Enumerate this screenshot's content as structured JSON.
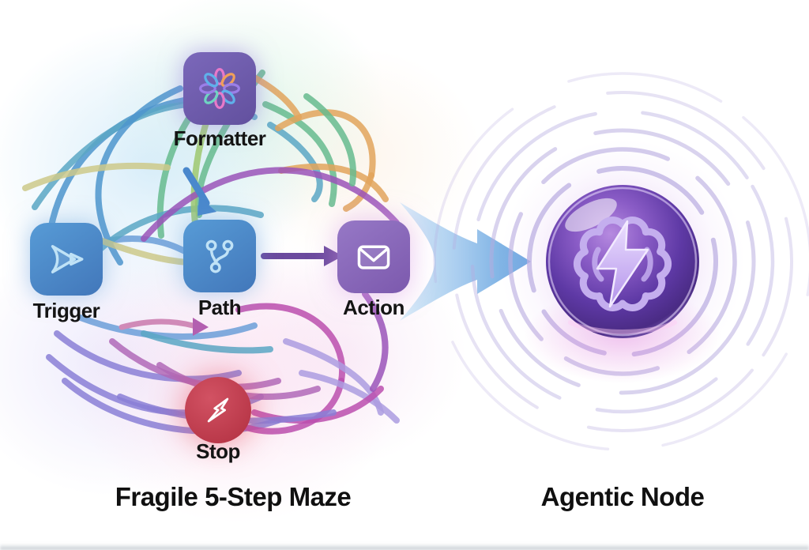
{
  "left_panel": {
    "caption": "Fragile 5-Step Maze",
    "nodes": [
      {
        "id": "formatter",
        "label": "Formatter",
        "icon": "flower-icon",
        "color": "#6f5dad",
        "shape": "rounded-square"
      },
      {
        "id": "trigger",
        "label": "Trigger",
        "icon": "send-arrow-icon",
        "color": "#4d8cc9",
        "shape": "rounded-square"
      },
      {
        "id": "path",
        "label": "Path",
        "icon": "branch-icon",
        "color": "#4d8cc9",
        "shape": "rounded-square"
      },
      {
        "id": "action",
        "label": "Action",
        "icon": "mail-icon",
        "color": "#8a68b8",
        "shape": "rounded-square"
      },
      {
        "id": "stop",
        "label": "Stop",
        "icon": "lightning-slash-icon",
        "color": "#bd3648",
        "shape": "circle"
      }
    ],
    "mini_arrows": [
      {
        "id": "into-path",
        "color": "#4a88cc",
        "direction": "down-right"
      },
      {
        "id": "path-to-action",
        "color": "#6b4a9e",
        "direction": "right"
      },
      {
        "id": "trigger-to-path",
        "color": "#c277bd",
        "direction": "right"
      }
    ],
    "tangle_colors": [
      "#4e95cc",
      "#5aa7c4",
      "#66bb8e",
      "#9ec86f",
      "#ccc98a",
      "#e2a55c",
      "#9a53b8",
      "#8a7fd6",
      "#bb4fae",
      "#b06ab8",
      "#ab9ce0"
    ]
  },
  "transition_arrow": {
    "direction": "right",
    "color": "#68a6e0"
  },
  "right_panel": {
    "caption": "Agentic Node",
    "icon": "brain-bolt-icon",
    "orb_color": "#5a3a9a",
    "ripple_color": "#b6abdf"
  }
}
